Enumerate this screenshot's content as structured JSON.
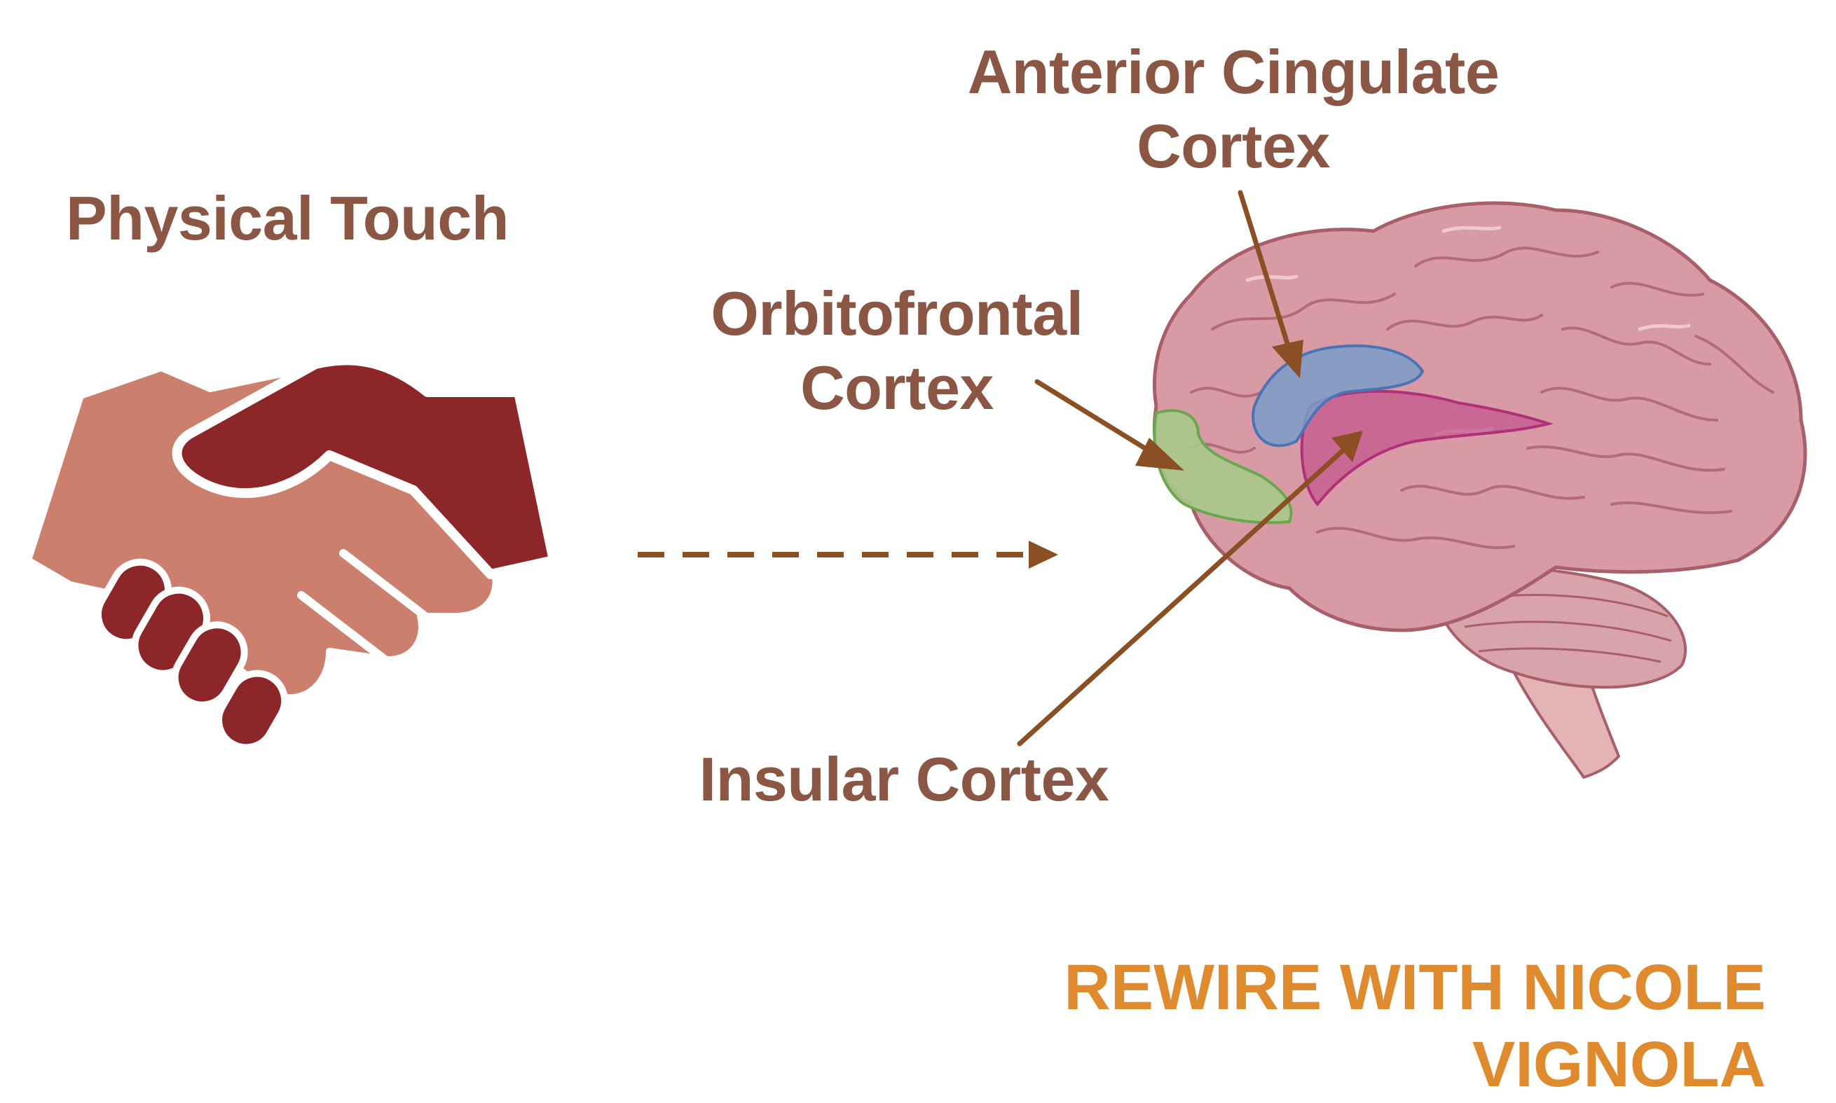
{
  "touch": {
    "label": "Physical Touch"
  },
  "regions": {
    "acc": {
      "line1": "Anterior Cingulate",
      "line2": "Cortex"
    },
    "ofc": {
      "line1": "Orbitofrontal",
      "line2": "Cortex"
    },
    "insular": {
      "label": "Insular Cortex"
    }
  },
  "brand": {
    "text": "REWIRE WITH NICOLE VIGNOLA"
  },
  "colors": {
    "label_text": "#8b5744",
    "brand_text": "#e08a2e",
    "arrow": "#8a4f22",
    "hand_light": "#cd7f6e",
    "hand_dark": "#8c2629",
    "brain": "#d99aa3",
    "acc_region": "#7b9cc9",
    "ofc_region": "#a9c98b",
    "insular_region": "#c5578f"
  },
  "icons": [
    "handshake-icon",
    "brain-icon"
  ]
}
